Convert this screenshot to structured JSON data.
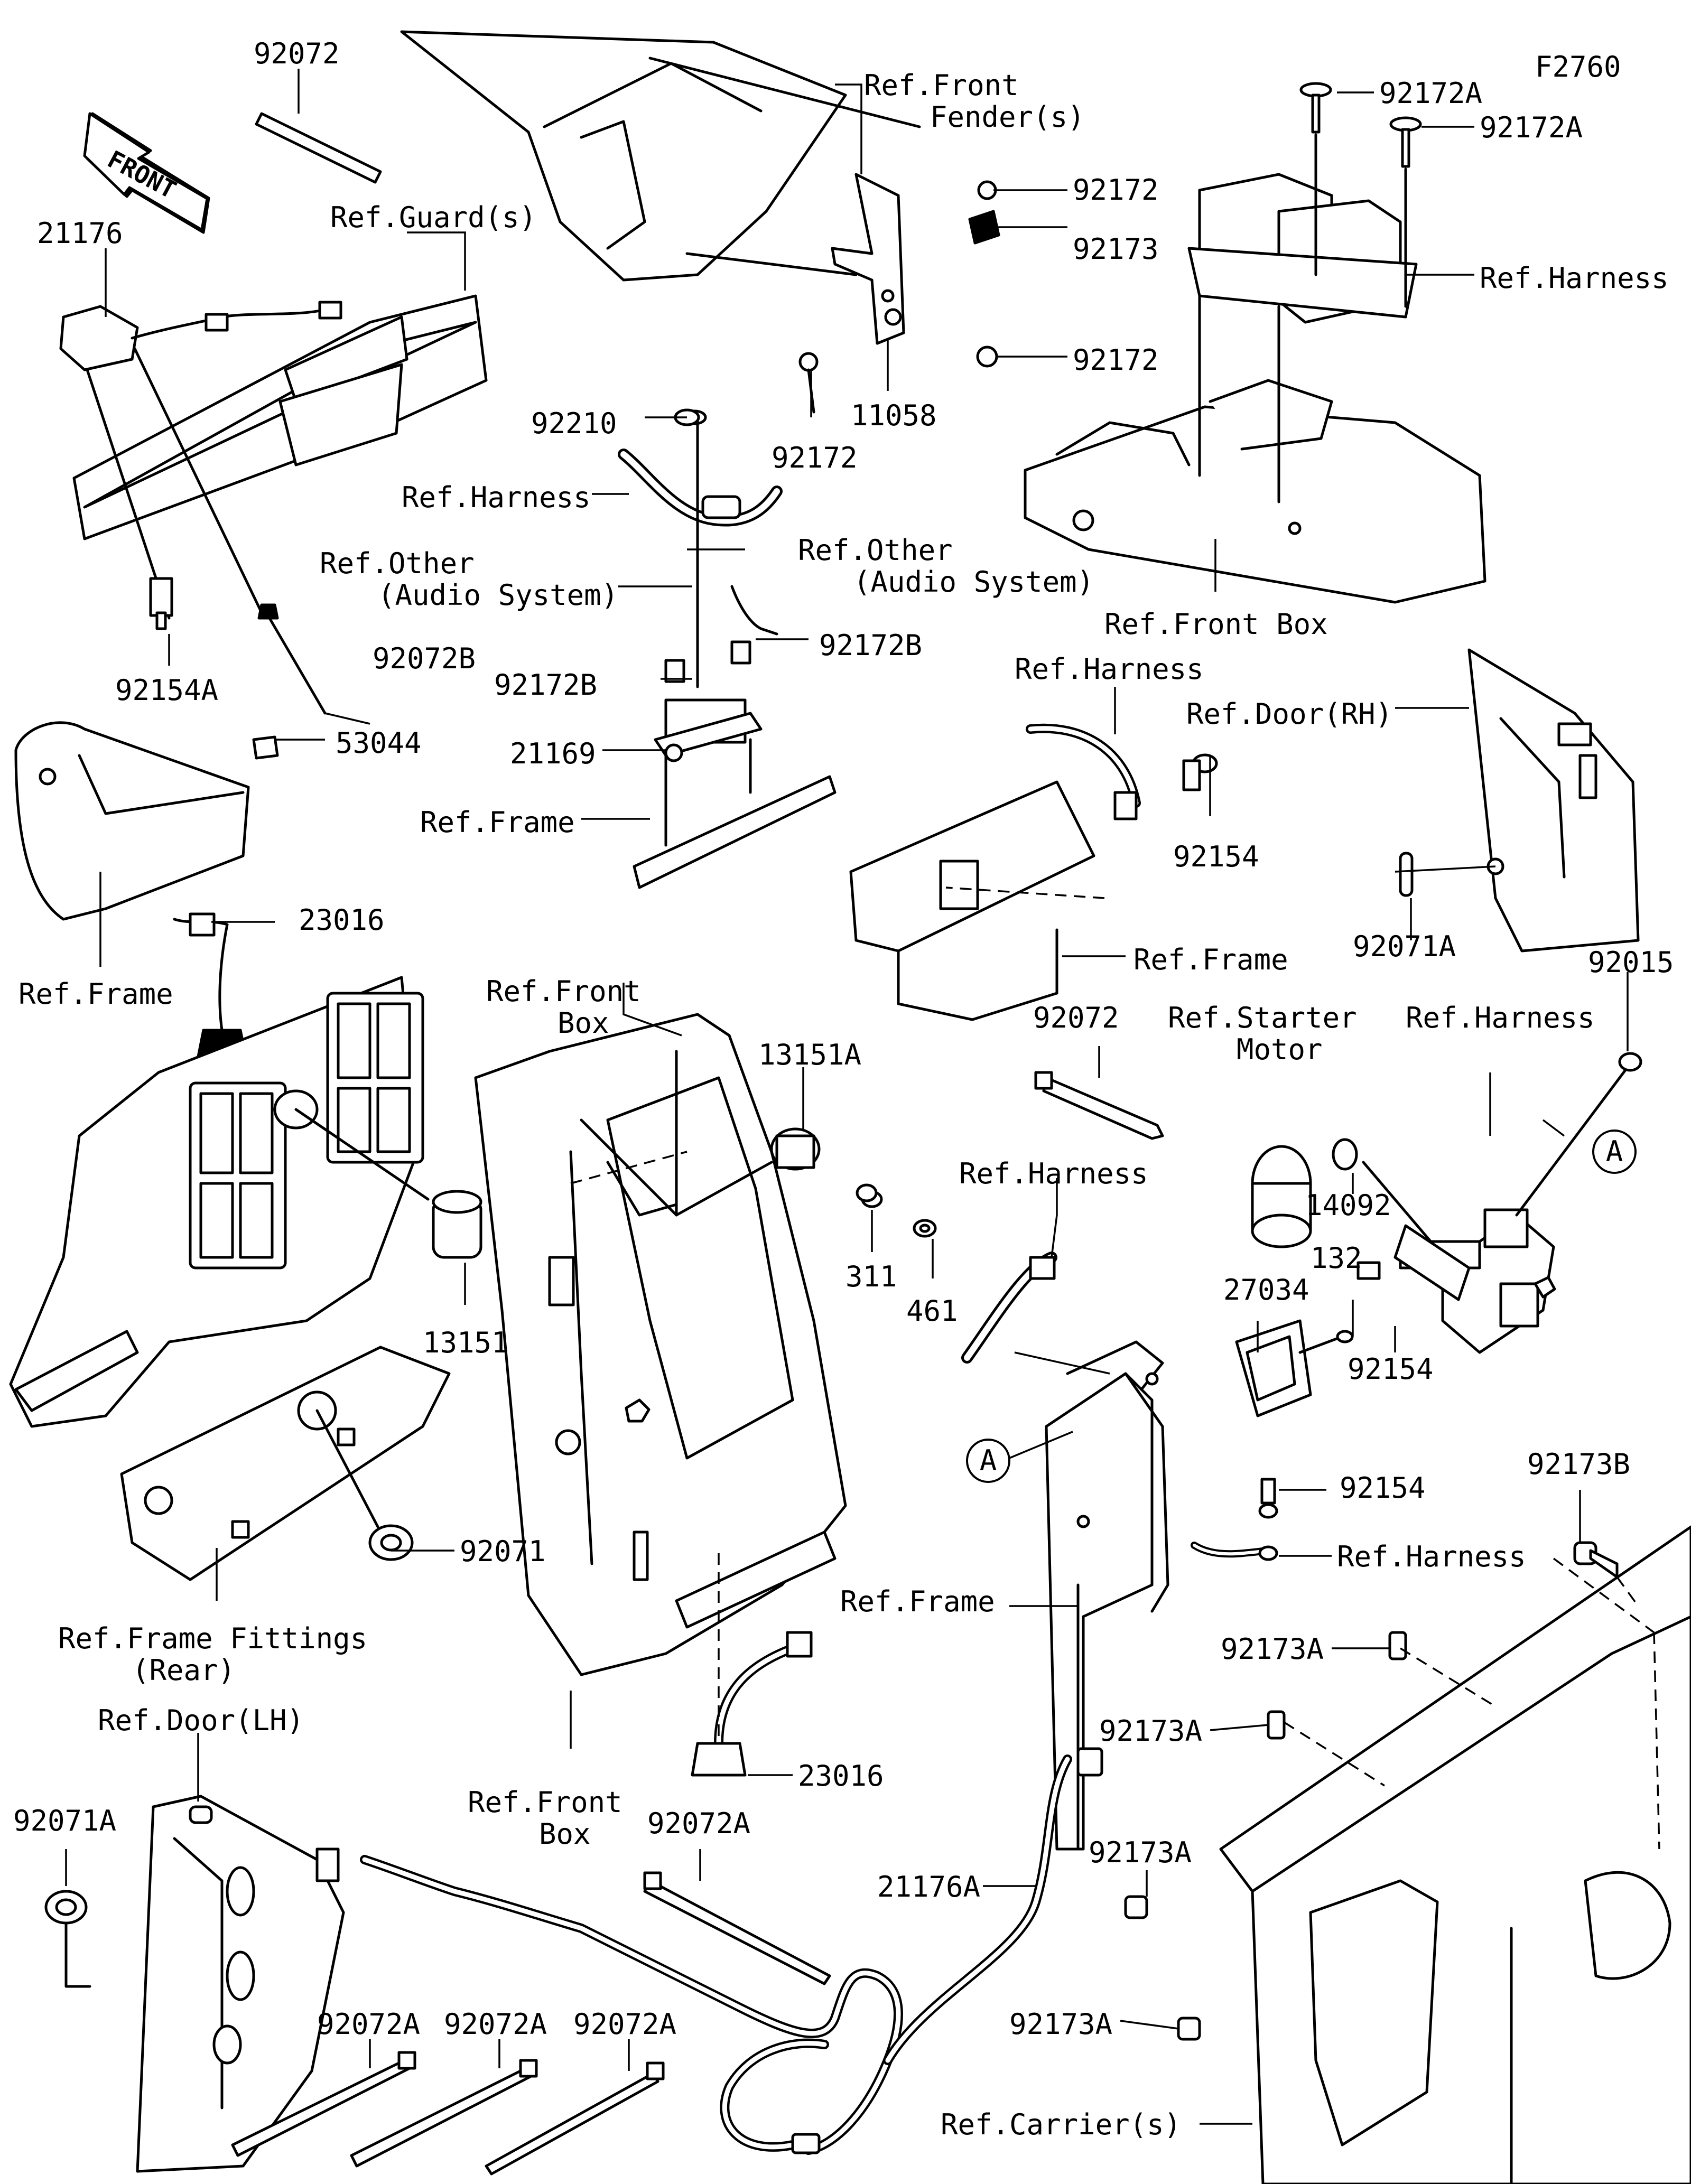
{
  "figure_code": "F2760",
  "front_arrow": "FRONT",
  "callout_letter": "A",
  "labels": [
    {
      "id": "l-92072-top",
      "text": "92072"
    },
    {
      "id": "l-21176",
      "text": "21176"
    },
    {
      "id": "l-ref-guard",
      "text": "Ref.Guard(s)"
    },
    {
      "id": "l-92154a",
      "text": "92154A"
    },
    {
      "id": "l-92072b",
      "text": "92072B"
    },
    {
      "id": "l-53044",
      "text": "53044"
    },
    {
      "id": "l-23016-left",
      "text": "23016"
    },
    {
      "id": "l-ref-frame-left",
      "text": "Ref.Frame"
    },
    {
      "id": "l-ref-front-fender-1",
      "text": "Ref.Front"
    },
    {
      "id": "l-ref-front-fender-2",
      "text": "Fender(s)"
    },
    {
      "id": "l-92172-a",
      "text": "92172"
    },
    {
      "id": "l-92173",
      "text": "92173"
    },
    {
      "id": "l-92172-b",
      "text": "92172"
    },
    {
      "id": "l-11058",
      "text": "11058"
    },
    {
      "id": "l-92172-c",
      "text": "92172"
    },
    {
      "id": "l-92210",
      "text": "92210"
    },
    {
      "id": "l-ref-harness-mid",
      "text": "Ref.Harness"
    },
    {
      "id": "l-ref-other-1a",
      "text": "Ref.Other"
    },
    {
      "id": "l-ref-other-1b",
      "text": "(Audio System)"
    },
    {
      "id": "l-ref-other-2a",
      "text": "Ref.Other"
    },
    {
      "id": "l-ref-other-2b",
      "text": "(Audio System)"
    },
    {
      "id": "l-92172b-r",
      "text": "92172B"
    },
    {
      "id": "l-92172b-l",
      "text": "92172B"
    },
    {
      "id": "l-21169",
      "text": "21169"
    },
    {
      "id": "l-ref-frame-mid",
      "text": "Ref.Frame"
    },
    {
      "id": "l-92172a-1",
      "text": "92172A"
    },
    {
      "id": "l-92172a-2",
      "text": "92172A"
    },
    {
      "id": "l-ref-harness-tr",
      "text": "Ref.Harness"
    },
    {
      "id": "l-ref-front-box-tr",
      "text": "Ref.Front Box"
    },
    {
      "id": "l-ref-door-rh",
      "text": "Ref.Door(RH)"
    },
    {
      "id": "l-92071a-r",
      "text": "92071A"
    },
    {
      "id": "l-ref-harness-c",
      "text": "Ref.Harness"
    },
    {
      "id": "l-92154-c",
      "text": "92154"
    },
    {
      "id": "l-ref-frame-c",
      "text": "Ref.Frame"
    },
    {
      "id": "l-ref-front-box-1",
      "text": "Ref.Front"
    },
    {
      "id": "l-ref-front-box-2",
      "text": "Box"
    },
    {
      "id": "l-13151a",
      "text": "13151A"
    },
    {
      "id": "l-13151",
      "text": "13151"
    },
    {
      "id": "l-92071",
      "text": "92071"
    },
    {
      "id": "l-ref-frame-fit-1",
      "text": "Ref.Frame Fittings"
    },
    {
      "id": "l-ref-frame-fit-2",
      "text": "(Rear)"
    },
    {
      "id": "l-92072-c",
      "text": "92072"
    },
    {
      "id": "l-ref-starter-1",
      "text": "Ref.Starter"
    },
    {
      "id": "l-ref-starter-2",
      "text": "Motor"
    },
    {
      "id": "l-ref-harness-r",
      "text": "Ref.Harness"
    },
    {
      "id": "l-92015",
      "text": "92015"
    },
    {
      "id": "l-14092",
      "text": "14092"
    },
    {
      "id": "l-92154-r",
      "text": "92154"
    },
    {
      "id": "l-132",
      "text": "132"
    },
    {
      "id": "l-27034",
      "text": "27034"
    },
    {
      "id": "l-311",
      "text": "311"
    },
    {
      "id": "l-461",
      "text": "461"
    },
    {
      "id": "l-ref-harness-c2",
      "text": "Ref.Harness"
    },
    {
      "id": "l-92154-c2",
      "text": "92154"
    },
    {
      "id": "l-ref-harness-c3",
      "text": "Ref.Harness"
    },
    {
      "id": "l-ref-frame-c2",
      "text": "Ref.Frame"
    },
    {
      "id": "l-92173b",
      "text": "92173B"
    },
    {
      "id": "l-92173a-1",
      "text": "92173A"
    },
    {
      "id": "l-92173a-2",
      "text": "92173A"
    },
    {
      "id": "l-92173a-3",
      "text": "92173A"
    },
    {
      "id": "l-92173a-4",
      "text": "92173A"
    },
    {
      "id": "l-ref-front-box-b1",
      "text": "Ref.Front"
    },
    {
      "id": "l-ref-front-box-b2",
      "text": "Box"
    },
    {
      "id": "l-23016-b",
      "text": "23016"
    },
    {
      "id": "l-92072a-top",
      "text": "92072A"
    },
    {
      "id": "l-21176a",
      "text": "21176A"
    },
    {
      "id": "l-ref-door-lh",
      "text": "Ref.Door(LH)"
    },
    {
      "id": "l-92071a-l",
      "text": "92071A"
    },
    {
      "id": "l-92072a-1",
      "text": "92072A"
    },
    {
      "id": "l-92072a-2",
      "text": "92072A"
    },
    {
      "id": "l-92072a-3",
      "text": "92072A"
    },
    {
      "id": "l-ref-carrier",
      "text": "Ref.Carrier(s)"
    }
  ]
}
